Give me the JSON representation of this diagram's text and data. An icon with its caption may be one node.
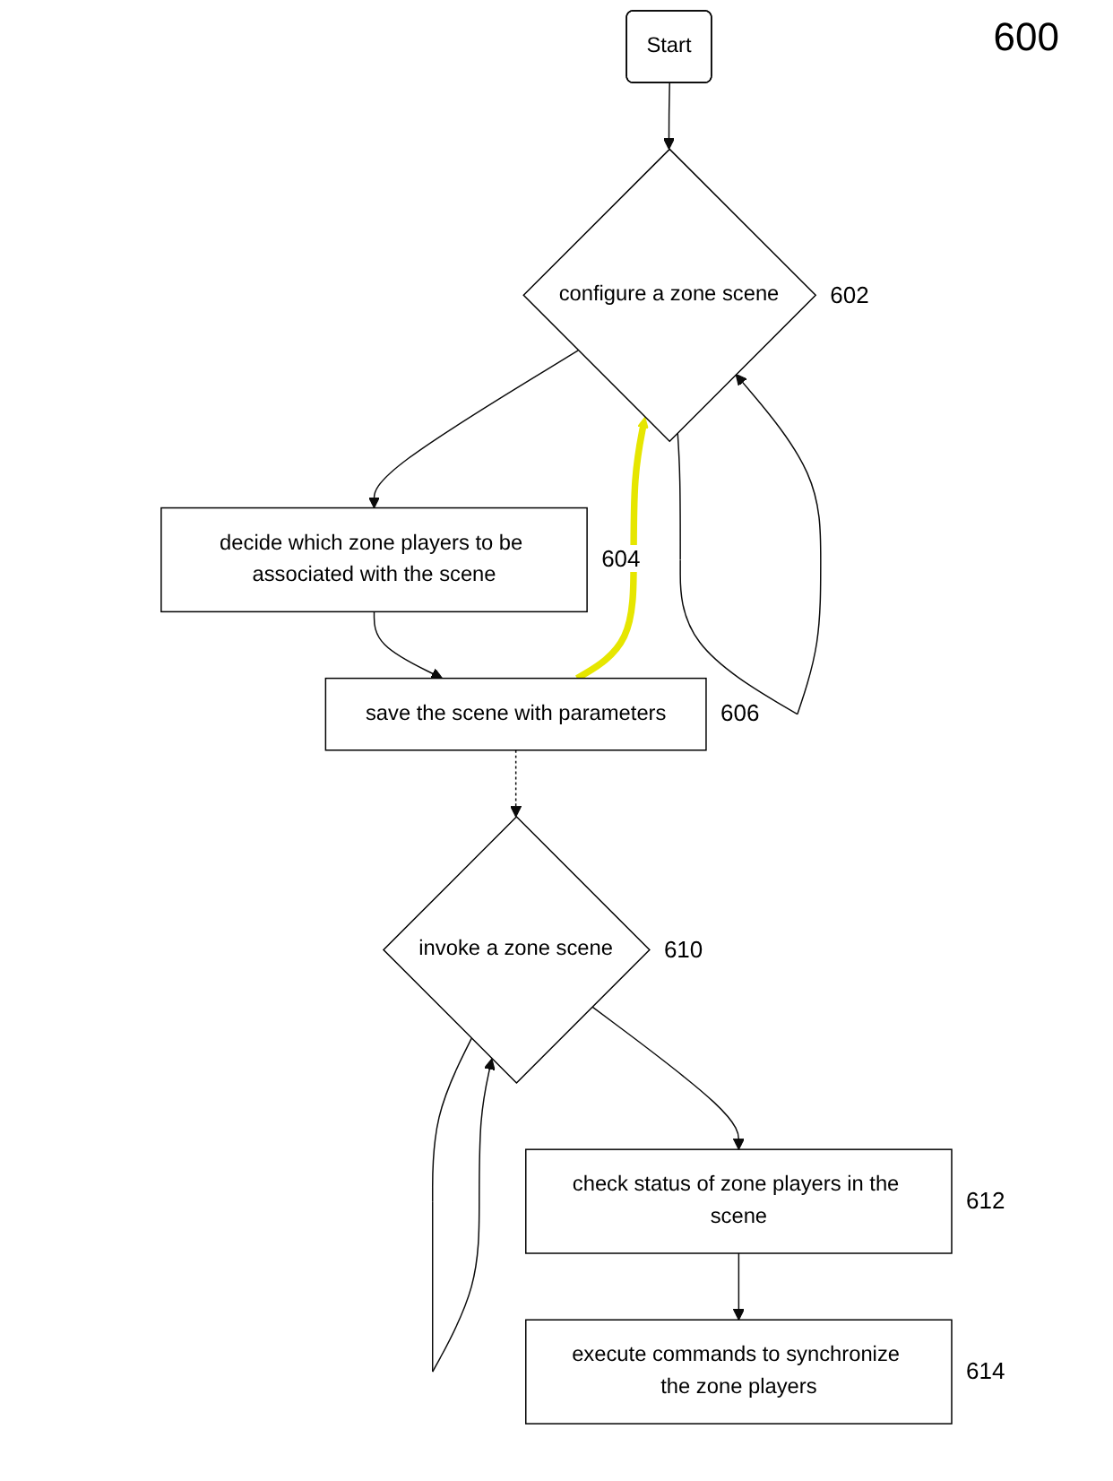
{
  "diagram": {
    "nodes": [
      {
        "text": [
          "Start"
        ]
      },
      {
        "text": [
          "configure a zone scene"
        ],
        "beside": [
          "602"
        ]
      },
      {
        "text": [
          "decide which zone players to be associated with the scene"
        ],
        "beside": [
          "604"
        ]
      },
      {
        "text": [
          "save the scene with parameters"
        ],
        "beside": [
          "606"
        ]
      },
      {
        "text": [
          "invoke a zone scene"
        ],
        "beside": [
          "610"
        ]
      },
      {
        "text": [
          "check status of zone players in the scene"
        ],
        "beside": [
          "612"
        ]
      },
      {
        "text": [
          "execute commands to synchronize the zone players"
        ],
        "beside": [
          "614"
        ]
      }
    ],
    "edges": [
      {
        "from": 0,
        "to": 1,
        "arrow": "to"
      },
      {
        "from": 1,
        "to": 1,
        "arrow": "to"
      },
      {
        "from": 1,
        "to": 2,
        "arrow": "to"
      },
      {
        "from": 2,
        "to": 3,
        "arrow": "to"
      },
      {
        "from": 3,
        "to": 1,
        "arrow": "to",
        "style": "thick",
        "color": "#e6e600"
      },
      {
        "from": 3,
        "to": 4,
        "arrow": "to",
        "style": "dashed"
      },
      {
        "from": 4,
        "to": 4,
        "arrow": "to"
      },
      {
        "from": 4,
        "to": 5,
        "arrow": "to"
      },
      {
        "from": 5,
        "to": 6,
        "arrow": "to"
      }
    ],
    "labels": [
      "600"
    ]
  }
}
